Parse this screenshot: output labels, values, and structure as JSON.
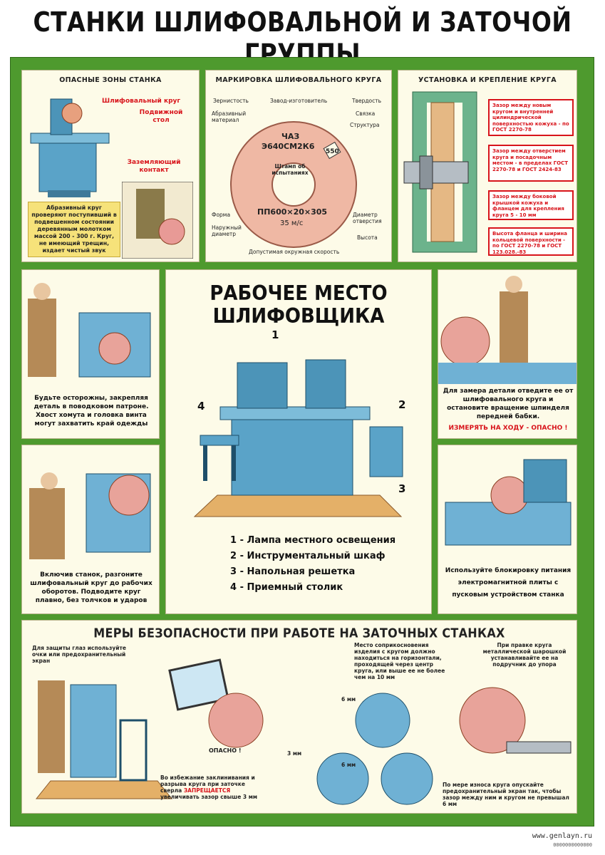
{
  "title": "СТАНКИ ШЛИФОВАЛЬНОЙ И ЗАТОЧОЙ ГРУППЫ",
  "panel_danger": {
    "title": "ОПАСНЫЕ ЗОНЫ СТАНКА",
    "label_wheel": "Шлифовальный круг",
    "label_table": "Подвижной стол",
    "label_ground": "Заземляющий контакт",
    "note": "Абразивный круг проверяют поступивший в подвешенном состоянии деревянным молотком массой 200 - 300 г. Круг, не имеющий трещин, издает чистый звук"
  },
  "panel_marking": {
    "title": "МАРКИРОВКА ШЛИФОВАЛЬНОГО КРУГА",
    "labels": {
      "grain": "Зернистость",
      "maker": "Завод-изготовитель",
      "hardness": "Твердость",
      "abrasive": "Абразивный материал",
      "bond": "Связка",
      "structure": "Структура",
      "stamp": "Штамп об испытаниях",
      "form": "Форма",
      "outer_diameter": "Наружный диаметр",
      "hole_diameter": "Диаметр отверстия",
      "height": "Высота",
      "speed": "Допустимая окружная скорость"
    },
    "wheel_text_1": "ЧАЗ",
    "wheel_text_2": "Э640СМ2К6",
    "wheel_text_3": "ПП600×20×305",
    "wheel_text_4": "35 м/с",
    "stamp_value": "550"
  },
  "panel_mount": {
    "title": "УСТАНОВКА И КРЕПЛЕНИЕ КРУГА",
    "notes": [
      "Зазор между новым кругом и внутренней цилиндрической поверхностью кожуха - по ГОСТ 2270-78",
      "Зазор между отверстием круга и посадочным местом - в пределах ГОСТ 2270-78 и ГОСТ 2424-83",
      "Зазор между боковой крышкой кожуха и фланцем для крепления круга 5 - 10 мм",
      "Высота фланца и ширина кольцевой поверхности - по ГОСТ 2270-78 и ГОСТ 123.028.-83"
    ]
  },
  "panel_chuck": {
    "caption": "Будьте осторожны, закрепляя деталь в поводковом патроне. Хвост хомута и головка винта могут захватить край одежды"
  },
  "panel_measure": {
    "caption": "Для замера детали отведите ее от шлифовального круга и остановите вращение шпинделя передней бабки.",
    "warning": "ИЗМЕРЯТЬ НА ХОДУ - ОПАСНО !"
  },
  "panel_start": {
    "caption": "Включив станок, разгоните шлифовальный круг до рабочих оборотов. Подводите круг плавно, без толчков и ударов"
  },
  "panel_lock": {
    "caption": "Используйте блокировку питания электромагнитной плиты с пусковым устройством станка"
  },
  "center": {
    "title_1": "РАБОЧЕЕ МЕСТО",
    "title_2": "ШЛИФОВЩИКА",
    "markers": [
      "1",
      "2",
      "3",
      "4"
    ],
    "legend": [
      "1 -  Лампа местного освещения",
      "2 -  Инструментальный шкаф",
      "3 -  Напольная решетка",
      "4 -  Приемный столик"
    ]
  },
  "bottom": {
    "title": "МЕРЫ БЕЗОПАСНОСТИ ПРИ РАБОТЕ НА ЗАТОЧНЫХ СТАНКАХ",
    "note_glasses": "Для защиты глаз используйте очки или предохранительный экран",
    "danger": "ОПАСНО !",
    "note_contact": "Место соприкосновения изделия с кругом должно находиться на горизонтали, проходящей через центр круга, или выше ее не более чем на 10 мм",
    "note_dressing": "При правке круга металлической шарошкой устанавливайте ее на подручник до упора",
    "note_gap_1": "Во избежание заклинивания и разрыва круга при заточке сверла",
    "note_gap_forbidden": "ЗАПРЕЩАЕТСЯ",
    "note_gap_2": "увеличивать зазор свыше 3 мм",
    "note_wear": "По мере износа круга опускайте предохранительный экран так, чтобы зазор между ним и кругом не превышал 6 мм",
    "dim_6mm": "6 мм",
    "dim_3mm": "3 мм",
    "dim_6mm_b": "6 мм"
  },
  "footer": {
    "url": "www.genlayn.ru",
    "code": "0000000000000"
  }
}
